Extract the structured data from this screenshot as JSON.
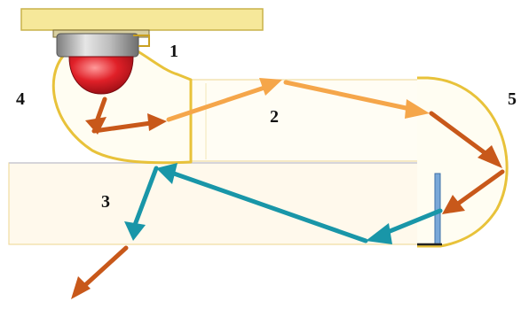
{
  "diagram": {
    "labels": {
      "one": "1",
      "two": "2",
      "three": "3",
      "four": "4",
      "five": "5"
    },
    "colors": {
      "mount_plate": "#f6e89a",
      "mount_plate_stroke": "#c9b24a",
      "light_guide_outline": "#e8c23a",
      "light_guide_fill": "#fffdf2",
      "lower_guide_fill": "#fff9e8",
      "led_housing": "#9a9a9a",
      "led_dome": "#d8141c",
      "arrow_dark_orange": "#c8581a",
      "arrow_light_orange": "#f5a64a",
      "arrow_teal": "#1996a8",
      "reflector_blue": "#7aa8d8"
    }
  }
}
